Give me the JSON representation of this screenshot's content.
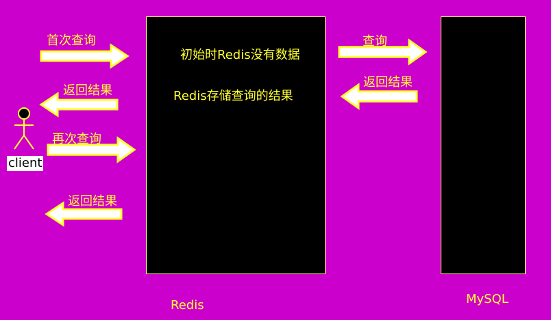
{
  "colors": {
    "background": "#cc00cc",
    "box_fill": "#000000",
    "box_border": "#ffff66",
    "text": "#ffff33",
    "arrow_fill": "#ffffff",
    "arrow_stroke": "#ffff33"
  },
  "client": {
    "label": "client",
    "icon": "stick-figure-icon"
  },
  "redis": {
    "name": "Redis",
    "note_initial": "初始时Redis没有数据",
    "note_store": "Redis存储查询的结果"
  },
  "mysql": {
    "name": "MySQL"
  },
  "arrows": {
    "first_query": "首次查询",
    "return_result_1": "返回结果",
    "second_query": "再次查询",
    "return_result_2": "返回结果",
    "query": "查询",
    "return_result_mysql": "返回结果"
  }
}
